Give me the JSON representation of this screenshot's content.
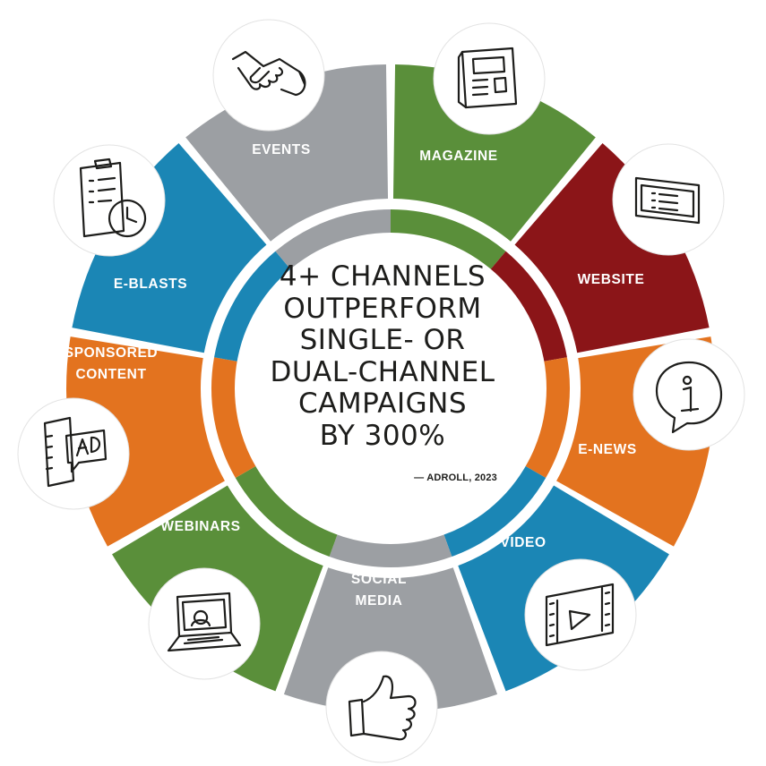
{
  "headline": {
    "lines": [
      "4+ CHANNELS",
      "OUTPERFORM",
      "SINGLE- OR",
      "DUAL-CHANNEL",
      "CAMPAIGNS",
      "BY 300%"
    ]
  },
  "source": "— ADROLL, 2023",
  "colors": {
    "green": "#5a8f3a",
    "red": "#8b1518",
    "orange": "#e3731f",
    "blue": "#1b86b5",
    "gray": "#9c9fa3",
    "icon_stroke": "#1d1d1b"
  },
  "segments": [
    {
      "label_lines": [
        "MAGAZINE"
      ],
      "color": "green",
      "icon": "magazine-icon"
    },
    {
      "label_lines": [
        "WEBSITE"
      ],
      "color": "red",
      "icon": "website-icon"
    },
    {
      "label_lines": [
        "E-NEWS"
      ],
      "color": "orange",
      "icon": "info-bubble-icon"
    },
    {
      "label_lines": [
        "VIDEO"
      ],
      "color": "blue",
      "icon": "film-strip-icon"
    },
    {
      "label_lines": [
        "SOCIAL",
        "MEDIA"
      ],
      "color": "gray",
      "icon": "thumbs-up-icon"
    },
    {
      "label_lines": [
        "WEBINARS"
      ],
      "color": "green",
      "icon": "laptop-webinar-icon"
    },
    {
      "label_lines": [
        "SPONSORED",
        "CONTENT"
      ],
      "color": "orange",
      "icon": "ad-phone-icon"
    },
    {
      "label_lines": [
        "E-BLASTS"
      ],
      "color": "blue",
      "icon": "clipboard-clock-icon"
    },
    {
      "label_lines": [
        "EVENTS"
      ],
      "color": "gray",
      "icon": "handshake-icon"
    }
  ]
}
